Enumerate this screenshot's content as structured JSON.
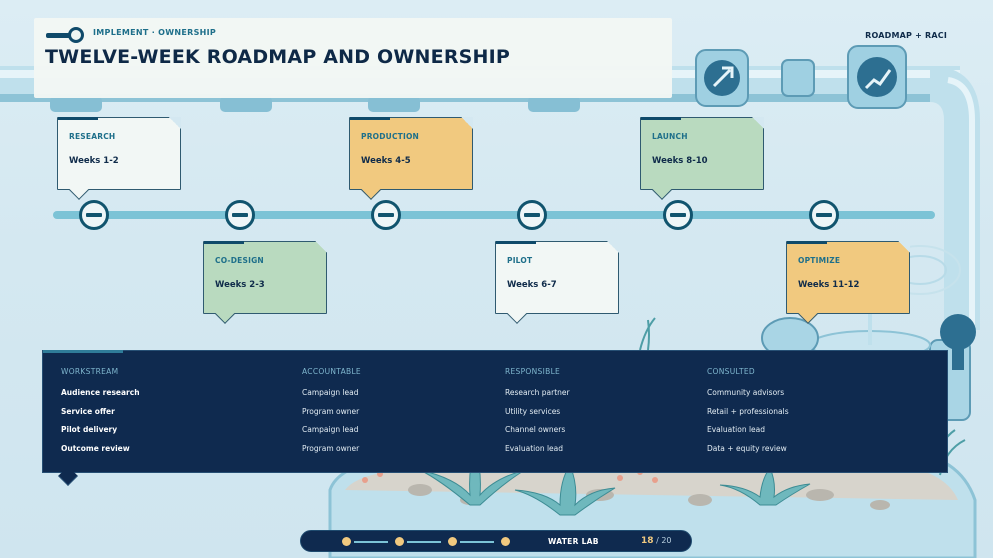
{
  "header": {
    "kicker": "IMPLEMENT · OWNERSHIP",
    "title": "TWELVE-WEEK ROADMAP AND OWNERSHIP",
    "section_tag": "ROADMAP + RACI"
  },
  "phases": [
    {
      "name": "RESEARCH",
      "weeks": "Weeks 1-2",
      "color": "#f2f7f5"
    },
    {
      "name": "CO-DESIGN",
      "weeks": "Weeks 2-3",
      "color": "#b9dabf"
    },
    {
      "name": "PRODUCTION",
      "weeks": "Weeks 4-5",
      "color": "#f1c97f"
    },
    {
      "name": "PILOT",
      "weeks": "Weeks 6-7",
      "color": "#f2f7f5"
    },
    {
      "name": "LAUNCH",
      "weeks": "Weeks 8-10",
      "color": "#b9dabf"
    },
    {
      "name": "OPTIMIZE",
      "weeks": "Weeks 11-12",
      "color": "#f1c97f"
    }
  ],
  "raci": {
    "headers": [
      "WORKSTREAM",
      "ACCOUNTABLE",
      "RESPONSIBLE",
      "CONSULTED"
    ],
    "rows": [
      [
        "Audience research",
        "Campaign lead",
        "Research partner",
        "Community advisors"
      ],
      [
        "Service offer",
        "Program owner",
        "Utility services",
        "Retail + professionals"
      ],
      [
        "Pilot delivery",
        "Campaign lead",
        "Channel owners",
        "Evaluation lead"
      ],
      [
        "Outcome review",
        "Program owner",
        "Evaluation lead",
        "Data + equity review"
      ]
    ]
  },
  "footer": {
    "brand": "WATER LAB",
    "page_current": "18",
    "page_separator": "/",
    "page_total": "20"
  },
  "icons": {
    "pipe_badge_1": "rocket-icon",
    "pipe_badge_2": "chart-icon"
  },
  "colors": {
    "navy": "#0f2a4f",
    "teal": "#7cc3d6",
    "accent_yellow": "#f1c97f",
    "accent_green": "#b9dabf"
  }
}
